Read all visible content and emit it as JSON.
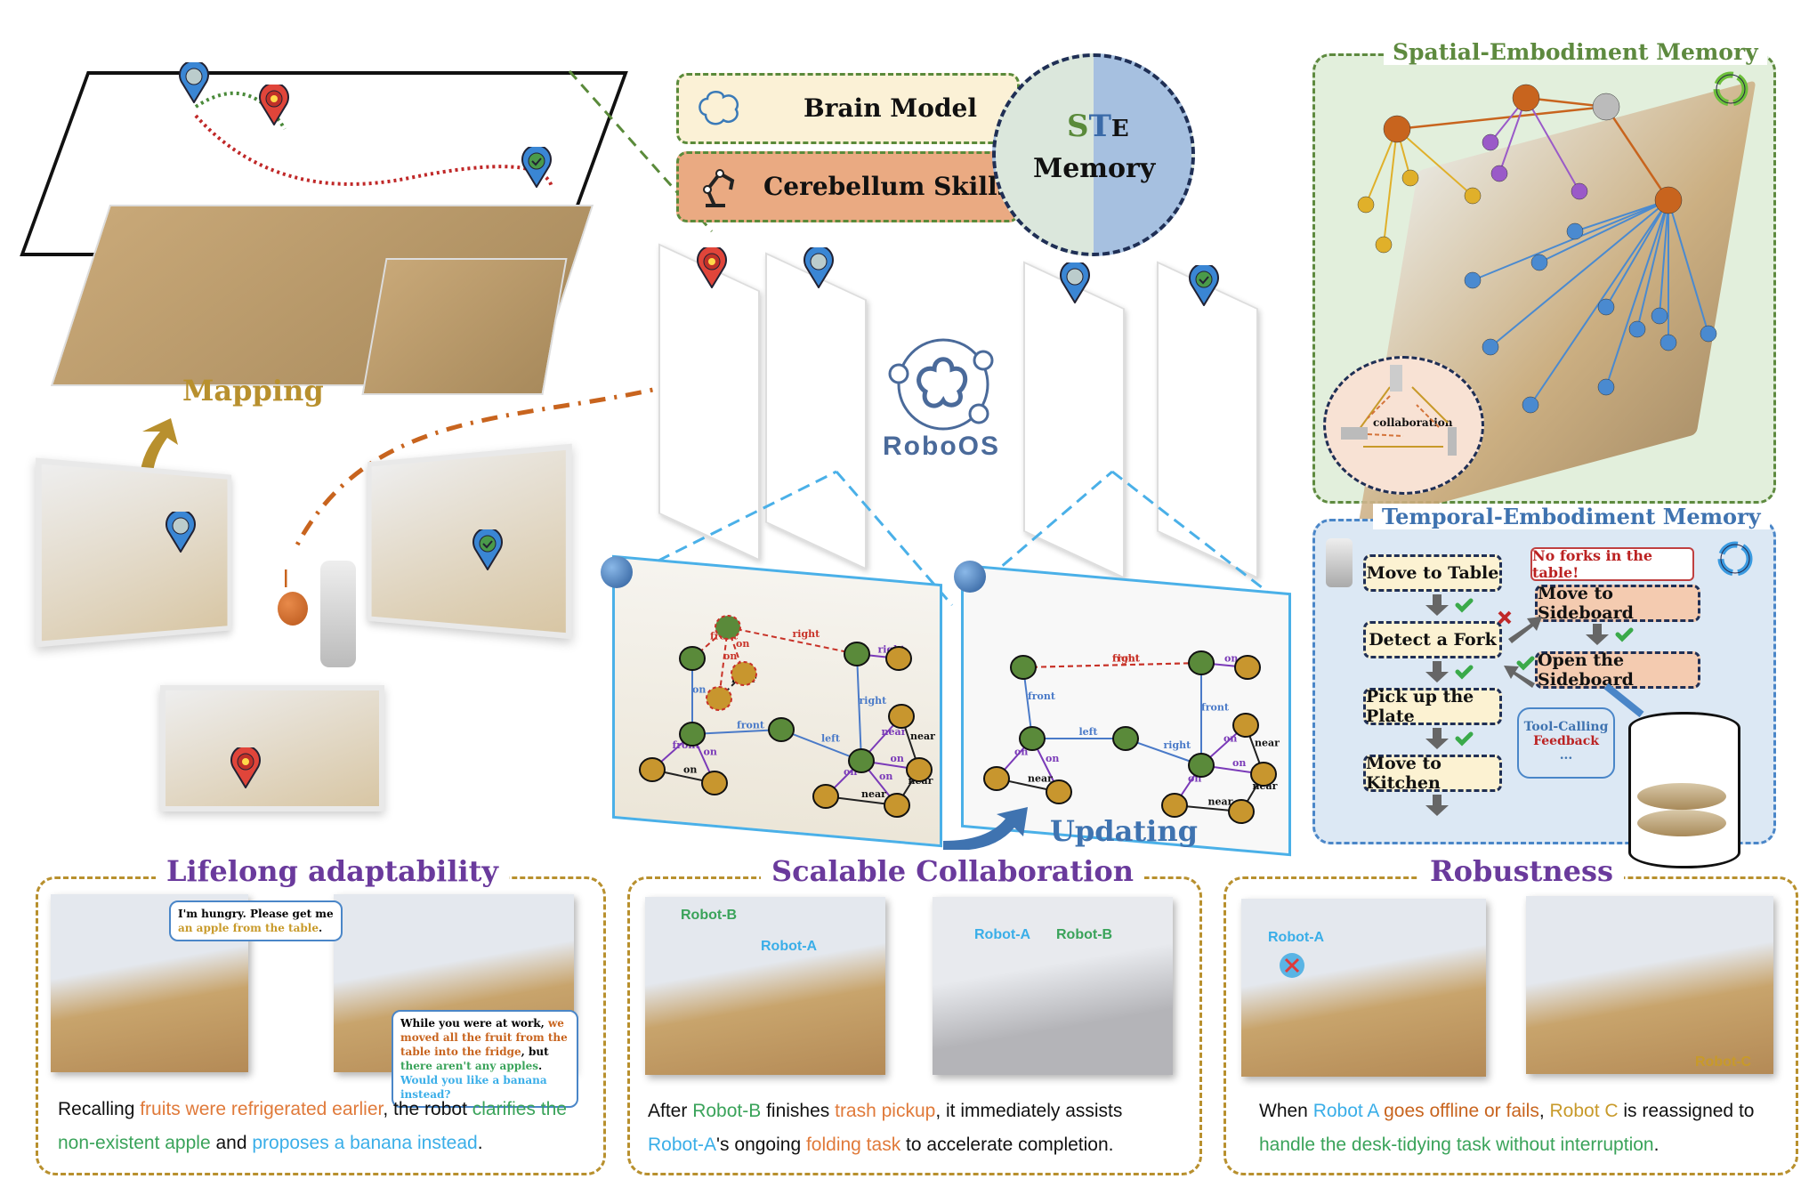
{
  "left": {
    "mapping_label": "Mapping",
    "pins": [
      "refresh-pin",
      "target-pin",
      "check-pin"
    ]
  },
  "center": {
    "brain_model_label": "Brain Model",
    "cerebellum_label": "Cerebellum Skills",
    "ste": {
      "s": "S",
      "t": "T",
      "e": "E",
      "memory": "Memory"
    },
    "roboos_label": "RoboOS",
    "updating_label": "Updating",
    "graph_before": {
      "edge_labels": [
        "front",
        "right",
        "on",
        "on",
        "near",
        "right",
        "on",
        "front",
        "left",
        "right",
        "front",
        "on",
        "on",
        "near",
        "on",
        "on",
        "on",
        "near",
        "near",
        "near"
      ]
    },
    "graph_after": {
      "edge_labels": [
        "right",
        "front",
        "on",
        "front",
        "left",
        "right",
        "front",
        "on",
        "on",
        "near",
        "on",
        "on",
        "on",
        "near",
        "near",
        "near"
      ]
    }
  },
  "spatial": {
    "title": "Spatial-Embodiment Memory",
    "collaboration_label": "collaboration"
  },
  "temporal": {
    "title": "Temporal-Embodiment Memory",
    "steps_left": [
      "Move to Table",
      "Detect a Fork",
      "Pick up the Plate",
      "Move to Kitchen"
    ],
    "steps_right": [
      "Move to Sideboard",
      "Open the Sideboard"
    ],
    "callout": "No forks in the table!",
    "tool_calling": "Tool-Calling",
    "feedback": "Feedback",
    "ellipsis": "..."
  },
  "bottom": {
    "lifelong": {
      "title": "Lifelong adaptability",
      "bubble1": {
        "line1": "I'm hungry. Please get me",
        "line2": "an apple from the table",
        "end": "."
      },
      "bubble2": {
        "p1": "While you were at work, ",
        "p2": "we moved all the fruit from the table into the fridge",
        "p3": ", but ",
        "p4": "there aren't any apples",
        "p5": ".",
        "p6": "Would you like a banana instead?"
      },
      "caption": {
        "a": "Recalling ",
        "b": "fruits were refrigerated earlier",
        "c": ", the robot ",
        "d": "clarifies the non-existent apple",
        "e": " and ",
        "f": "proposes a banana instead",
        "g": "."
      }
    },
    "collab": {
      "title": "Scalable Collaboration",
      "tags": {
        "robot_a": "Robot-A",
        "robot_b": "Robot-B"
      },
      "caption": {
        "a": "After ",
        "b": "Robot-B",
        "c": " finishes ",
        "d": "trash pickup",
        "e": ", it immediately assists ",
        "f": "Robot-A",
        "g": "'s ongoing ",
        "h": "folding task",
        "i": " to accelerate completion."
      }
    },
    "robust": {
      "title": "Robustness",
      "tags": {
        "robot_a": "Robot-A",
        "robot_c": "Robot-C"
      },
      "caption": {
        "a": "When ",
        "b": "Robot A",
        "c": " ",
        "d": "goes offline or fails",
        "e": ", ",
        "f": "Robot C",
        "g": " is reassigned to ",
        "h": "handle the desk-tidying task without interruption",
        "i": "."
      }
    }
  },
  "colors": {
    "purple_title": "#6a3a9c",
    "gold": "#b8902e",
    "green": "#5e8a3f",
    "blue": "#3f73b0",
    "orange_node": "#c8641e",
    "green_node": "#5a8a3a",
    "gold_node": "#c8962e"
  }
}
